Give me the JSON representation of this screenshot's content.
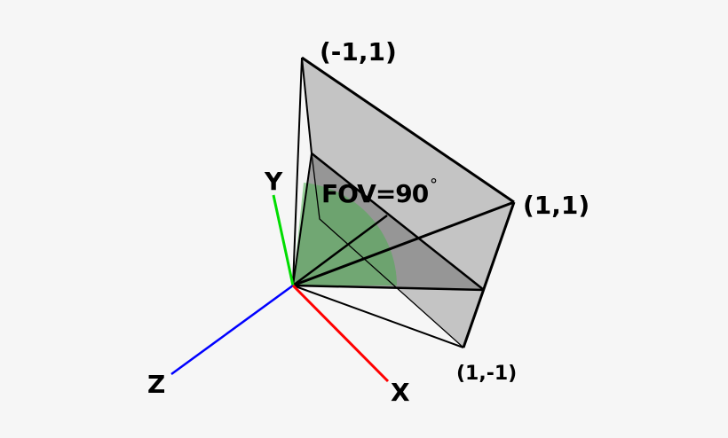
{
  "labels": {
    "top_left": "(-1,1)",
    "right": "(1,1)",
    "bottom": "(1,-1)",
    "fov": "FOV=90",
    "degree": "°"
  },
  "axes": {
    "x": {
      "label": "X",
      "color": "#ff0000"
    },
    "y": {
      "label": "Y",
      "color": "#00dd00"
    },
    "z": {
      "label": "Z",
      "color": "#0000ff"
    }
  },
  "colors": {
    "frustum_light": "#c4c4c4",
    "frustum_dark": "#8e8e8e",
    "fov_arc": "#4caf50"
  }
}
